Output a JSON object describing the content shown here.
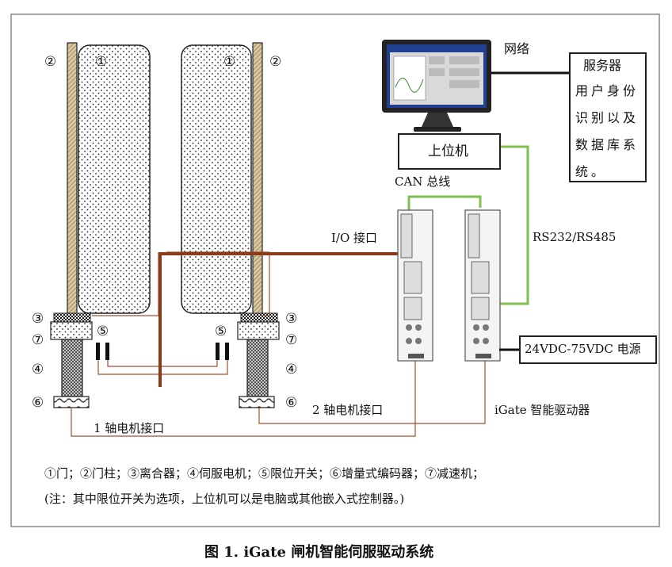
{
  "figure": {
    "caption": "图 1.  iGate 闸机智能伺服驱动系统",
    "legend_line1": "①门；②门柱；③离合器；④伺服电机；⑤限位开关；⑥增量式编码器；⑦减速机；",
    "legend_line2": "(注：其中限位开关为选项，上位机可以是电脑或其他嵌入式控制器。)"
  },
  "markers": {
    "door": "①",
    "pillar": "②",
    "clutch": "③",
    "motor": "④",
    "limit_switch": "⑤",
    "encoder": "⑥",
    "reducer": "⑦"
  },
  "labels": {
    "network": "网络",
    "server": "服务器",
    "server_desc": "用户身份识别以及数据库系统。",
    "host": "上位机",
    "can_bus": "CAN 总线",
    "io_port": "I/O 接口",
    "rs": "RS232/RS485",
    "power": "24VDC-75VDC 电源",
    "axis1": "1 轴电机接口",
    "axis2": "2 轴电机接口",
    "driver": "iGate 智能驱动器"
  },
  "colors": {
    "cable_brown": "#a0522d",
    "io_brown": "#8b3a1a",
    "can_green": "#7fbf4f",
    "frame": "#888888",
    "screen_blue": "#1f3f8f"
  }
}
